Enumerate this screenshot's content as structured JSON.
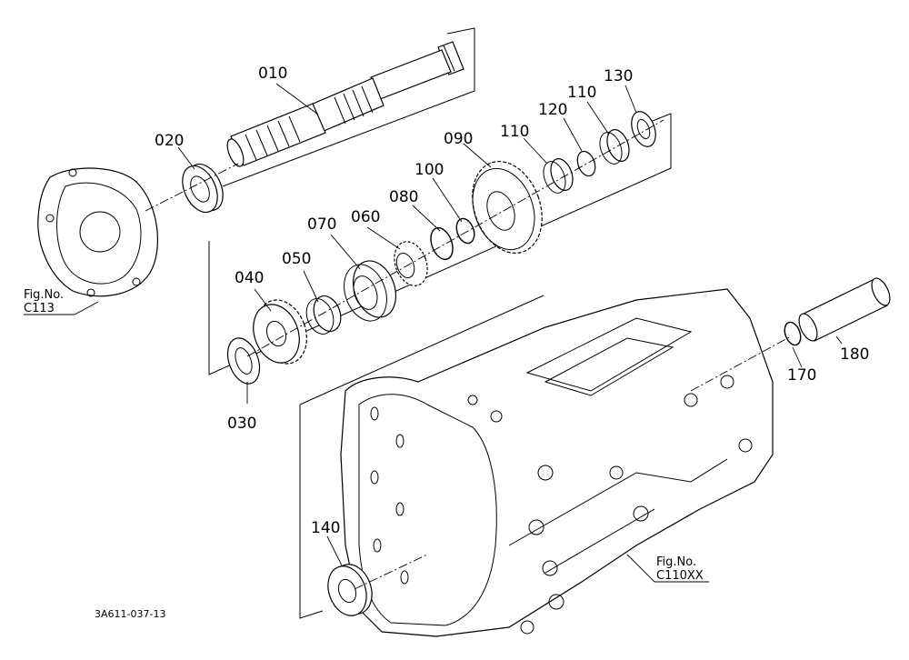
{
  "parts": [
    {
      "code": "010",
      "name": "part-010"
    },
    {
      "code": "020",
      "name": "part-020"
    },
    {
      "code": "030",
      "name": "part-030"
    },
    {
      "code": "040",
      "name": "part-040"
    },
    {
      "code": "050",
      "name": "part-050"
    },
    {
      "code": "060",
      "name": "part-060"
    },
    {
      "code": "070",
      "name": "part-070"
    },
    {
      "code": "080",
      "name": "part-080"
    },
    {
      "code": "090",
      "name": "part-090"
    },
    {
      "code": "100",
      "name": "part-100"
    },
    {
      "code": "110",
      "name": "part-110-a"
    },
    {
      "code": "110",
      "name": "part-110-b"
    },
    {
      "code": "120",
      "name": "part-120"
    },
    {
      "code": "130",
      "name": "part-130"
    },
    {
      "code": "140",
      "name": "part-140"
    },
    {
      "code": "170",
      "name": "part-170"
    },
    {
      "code": "180",
      "name": "part-180"
    }
  ],
  "figure_refs": [
    {
      "line1": "Fig.No.",
      "line2": "C113"
    },
    {
      "line1": "Fig.No.",
      "line2": "C110XX"
    }
  ],
  "drawing_number": "3A611-037-13"
}
